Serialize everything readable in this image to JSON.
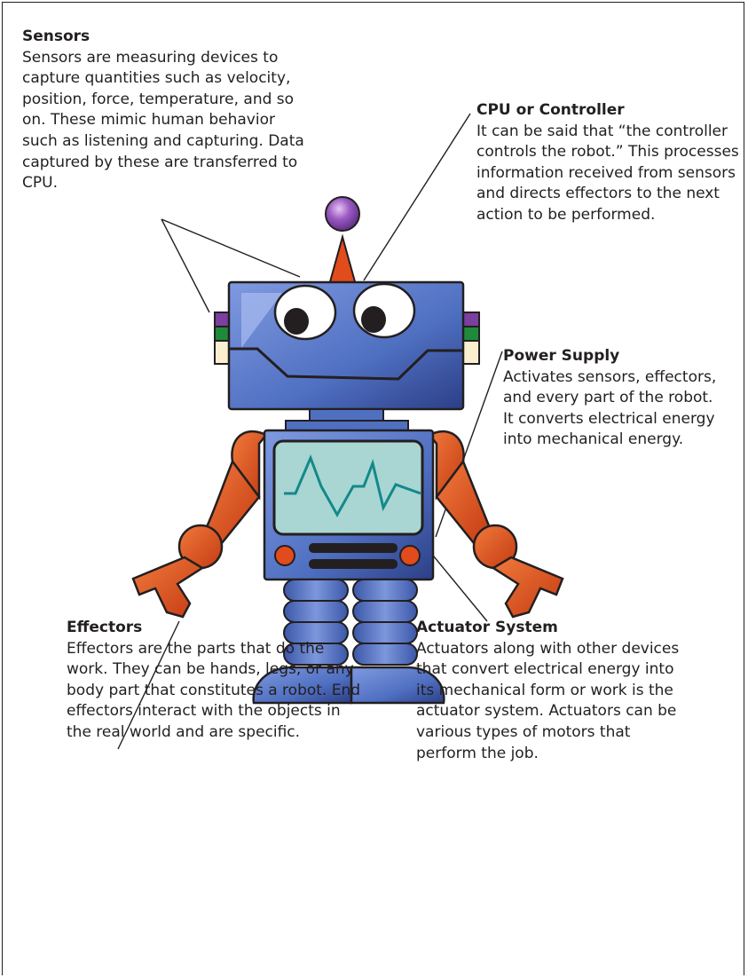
{
  "callouts": {
    "sensors": {
      "title": "Sensors",
      "text": "Sensors are measuring devices to capture quantities such as velocity, position, force, temperature, and so on. These mimic human behavior such as listening and capturing. Data captured by these are transferred to CPU."
    },
    "cpu": {
      "title": "CPU or Controller",
      "text": "It can be said that “the controller controls the robot.” This processes information received from sensors and directs effectors to the next action to be performed."
    },
    "power": {
      "title": "Power Supply",
      "text": "Activates sensors, effectors, and every part of the robot. It converts electrical energy into mechanical energy."
    },
    "effectors": {
      "title": "Effectors",
      "text": "Effectors are the parts that do the work. They can be hands, legs, or any body part that constitutes a robot. End effectors interact with the objects in the real world and are specific."
    },
    "actuator": {
      "title": "Actuator System",
      "text": "Actuators along with other devices that convert electrical energy into its mechanical form or work is the actuator system. Actuators can be various types of motors that perform the job."
    }
  },
  "colors": {
    "robot_blue": "#4f6fc1",
    "robot_blue_dark": "#2c3f86",
    "arm_orange": "#e24b1b",
    "screen_teal": "#a9d6d2",
    "wave_teal": "#12898a",
    "antenna_purple": "#7b3fa0",
    "ear_green": "#1f8a3c",
    "outline": "#231f20"
  }
}
